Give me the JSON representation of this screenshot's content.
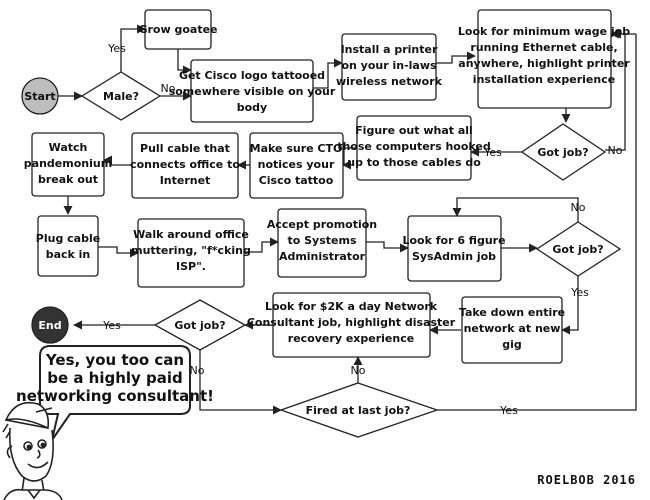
{
  "nodes": {
    "start": "Start",
    "male": "Male?",
    "goatee": "Grow goatee",
    "tattoo": [
      "Get Cisco logo tattooed",
      "somewhere visible on your",
      "body"
    ],
    "printer": [
      "Install a printer",
      "on your in-laws",
      "wireless network"
    ],
    "minwage": [
      "Look for minimum wage job",
      "running Ethernet cable,",
      "anywhere, highlight printer",
      "installation experience"
    ],
    "gotjob1": "Got job?",
    "figureout": [
      "Figure out what all",
      "those computers hooked",
      "up to those cables do"
    ],
    "cto": [
      "Make sure CTO",
      "notices your",
      "Cisco tattoo"
    ],
    "pullcable": [
      "Pull cable that",
      "connects office to",
      "Internet"
    ],
    "pandemonium": [
      "Watch",
      "pandemonium",
      "break out"
    ],
    "plugback": [
      "Plug cable",
      "back in"
    ],
    "mutter": [
      "Walk around office",
      "muttering, \"f*cking",
      "ISP\"."
    ],
    "promotion": [
      "Accept promotion",
      "to Systems",
      "Administrator"
    ],
    "sixfigure": [
      "Look for 6 figure",
      "SysAdmin job"
    ],
    "gotjob2": "Got job?",
    "takedown": [
      "Take down entire",
      "network at new",
      "gig"
    ],
    "consultant": [
      "Look for $2K a day Network",
      "Consultant job, highlight disaster",
      "recovery experience"
    ],
    "gotjob3": "Got job?",
    "end": "End",
    "fired": "Fired at last job?"
  },
  "edge_labels": {
    "yes": "Yes",
    "no": "No"
  },
  "speech_bubble": [
    "Yes, you too can",
    "be a highly paid",
    "networking consultant!"
  ],
  "signature": "ROELBOB 2016",
  "colors": {
    "line": "#222222",
    "box_fill": "#ffffff",
    "terminal_fill": "#bdbdbd",
    "end_fill": "#333333"
  }
}
